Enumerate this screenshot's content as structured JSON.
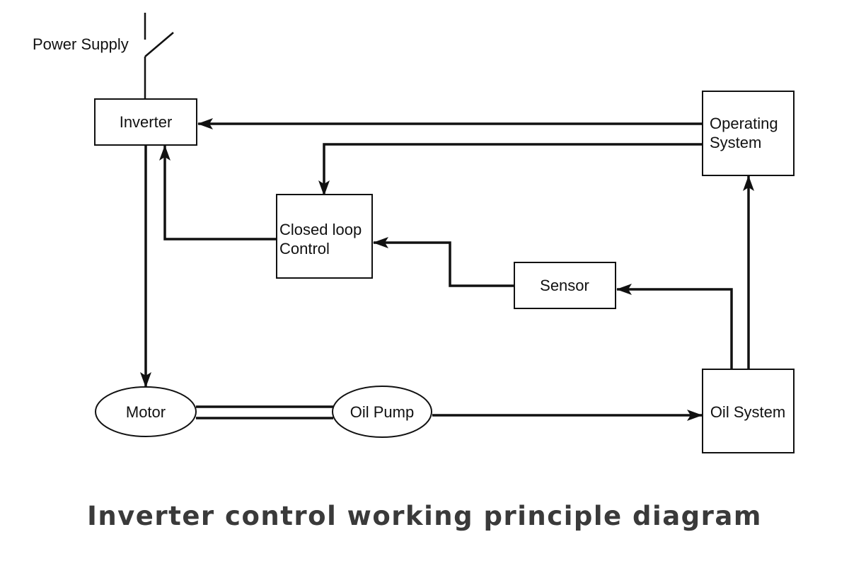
{
  "diagram": {
    "power_supply": "Power Supply",
    "nodes": {
      "inverter": "Inverter",
      "operating_system_line1": "Operating",
      "operating_system_line2": "System",
      "closed_loop_line1": "Closed loop",
      "closed_loop_line2": "Control",
      "sensor": "Sensor",
      "motor": "Motor",
      "oil_pump": "Oil Pump",
      "oil_system": "Oil System"
    },
    "edges": [
      {
        "from": "Power Supply",
        "to": "Inverter"
      },
      {
        "from": "Operating System",
        "to": "Inverter"
      },
      {
        "from": "Operating System",
        "to": "Closed loop Control"
      },
      {
        "from": "Closed loop Control",
        "to": "Inverter"
      },
      {
        "from": "Sensor",
        "to": "Closed loop Control"
      },
      {
        "from": "Oil System",
        "to": "Sensor"
      },
      {
        "from": "Oil System",
        "to": "Operating System"
      },
      {
        "from": "Inverter",
        "to": "Motor"
      },
      {
        "from": "Motor",
        "to": "Oil Pump",
        "style": "shaft"
      },
      {
        "from": "Oil Pump",
        "to": "Oil System"
      }
    ]
  },
  "caption": "Inverter control working principle diagram"
}
